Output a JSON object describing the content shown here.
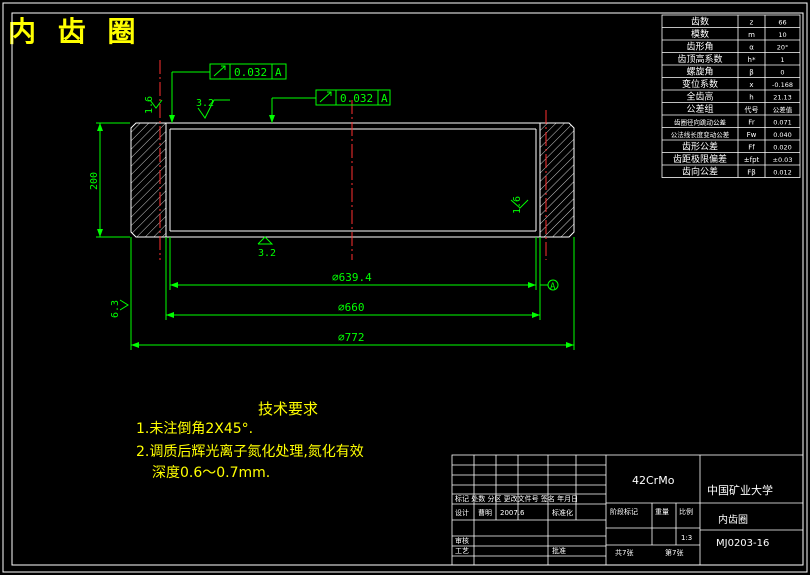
{
  "title": "内 齿 圈",
  "params": [
    {
      "name": "齿数",
      "sym": "z",
      "val": "66"
    },
    {
      "name": "模数",
      "sym": "m",
      "val": "10"
    },
    {
      "name": "齿形角",
      "sym": "α",
      "val": "20°"
    },
    {
      "name": "齿顶高系数",
      "sym": "h*",
      "val": "1"
    },
    {
      "name": "螺旋角",
      "sym": "β",
      "val": "0"
    },
    {
      "name": "变位系数",
      "sym": "x",
      "val": "-0.168"
    },
    {
      "name": "全齿高",
      "sym": "h",
      "val": "21.13"
    },
    {
      "name": "公差组",
      "sym": "代号",
      "val": "公差值"
    },
    {
      "name": "齿圈径向跳动公差",
      "sym": "Fr",
      "val": "0.071"
    },
    {
      "name": "公法线长度变动公差",
      "sym": "Fw",
      "val": "0.040"
    },
    {
      "name": "齿形公差",
      "sym": "Ff",
      "val": "0.020"
    },
    {
      "name": "齿距极限偏差",
      "sym": "±fpt",
      "val": "±0.03"
    },
    {
      "name": "齿向公差",
      "sym": "Fβ",
      "val": "0.012"
    }
  ],
  "dims": {
    "tol1_value": "0.032",
    "tol1_datum": "A",
    "tol2_value": "0.032",
    "tol2_datum": "A",
    "d1": "⌀639.4",
    "d2": "⌀660",
    "d3": "⌀772",
    "height": "200",
    "rough_top": "3.2",
    "rough_bottom": "3.2",
    "rough_left": "1.6",
    "rough_right": "1.6",
    "rough_corner": "6.3",
    "datum": "A"
  },
  "tech": {
    "heading": "技术要求",
    "line1": "1.未注倒角2X45°.",
    "line2": "2.调质后辉光离子氮化处理,氮化有效",
    "line3": "深度0.6～0.7mm."
  },
  "titleblock": {
    "material": "42CrMo",
    "university": "中国矿业大学",
    "part_name": "内齿圈",
    "drawing_no": "MJ0203-16",
    "scale": "1:3",
    "sheets_total": "共7张",
    "sheet_no": "第7张",
    "row_labels": "标记 处数 分区 更改文件号 签名 年月日",
    "designer_label": "设计",
    "designer": "曹明",
    "date": "2007.6",
    "std_label": "标准化",
    "review_label": "审核",
    "process_label": "工艺",
    "approve_label": "批准",
    "stage_label": "阶段标记",
    "weight_label": "重量",
    "scale_label": "比例"
  }
}
